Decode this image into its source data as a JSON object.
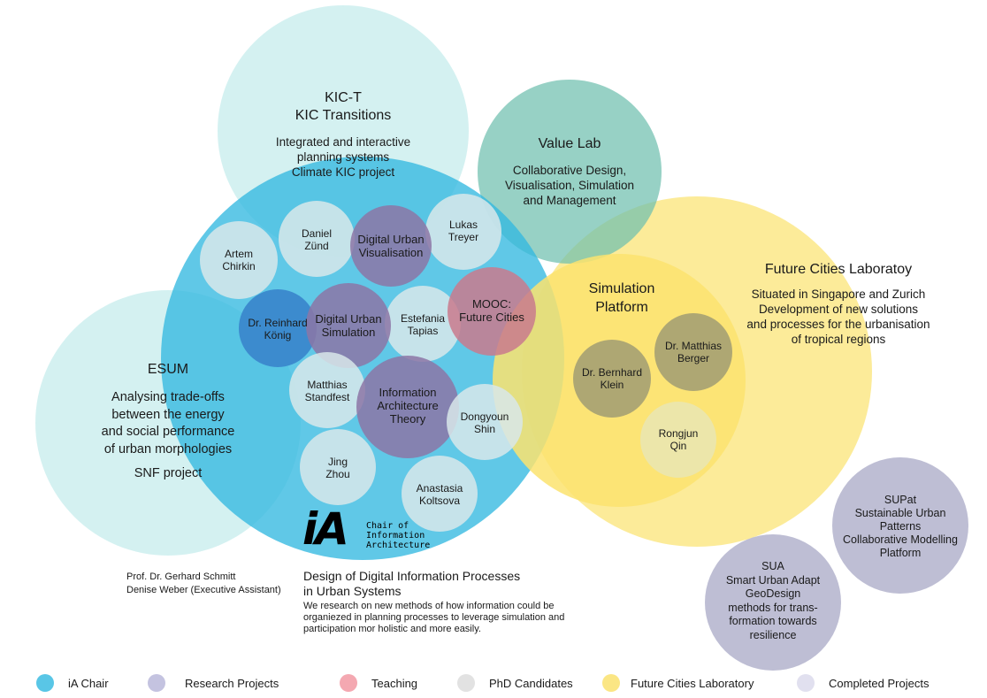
{
  "circles": {
    "kict": {
      "title": "KIC-T",
      "subtitle": "KIC Transitions",
      "desc": [
        "Integrated and interactive",
        "planning systems",
        "Climate KIC project"
      ]
    },
    "valuelab": {
      "title": "Value Lab",
      "desc": [
        "Collaborative Design,",
        "Visualisation, Simulation",
        "and Management"
      ]
    },
    "fcl": {
      "title": "Future Cities Laboratoy",
      "desc": [
        "Situated in Singapore and Zurich",
        "Development of new solutions",
        "and processes for the urbanisation",
        "of tropical regions"
      ]
    },
    "esum": {
      "title": "ESUM",
      "desc": [
        "Analysing trade-offs",
        "between the energy",
        "and social performance",
        "of urban morphologies"
      ],
      "note": "SNF project"
    },
    "simplatform": {
      "title": [
        "Simulation",
        "Platform"
      ]
    },
    "supat": {
      "lines": [
        "SUPat",
        "Sustainable Urban",
        "Patterns",
        "Collaborative Modelling",
        "Platform"
      ]
    },
    "sua": {
      "lines": [
        "SUA",
        "Smart Urban Adapt",
        "GeoDesign",
        "methods for trans-",
        "formation towards",
        "resilience"
      ]
    }
  },
  "nodes": {
    "artem": [
      "Artem",
      "Chirkin"
    ],
    "daniel": [
      "Daniel",
      "Zünd"
    ],
    "duv": [
      "Digital Urban",
      "Visualisation"
    ],
    "lukas": [
      "Lukas",
      "Treyer"
    ],
    "reinhard": [
      "Dr. Reinhard",
      "König"
    ],
    "dus": [
      "Digital Urban",
      "Simulation"
    ],
    "estefania": [
      "Estefania",
      "Tapias"
    ],
    "mooc": [
      "MOOC:",
      "Future Cities"
    ],
    "matthias_s": [
      "Matthias",
      "Standfest"
    ],
    "iat": [
      "Information",
      "Architecture",
      "Theory"
    ],
    "dongyoun": [
      "Dongyoun",
      "Shin"
    ],
    "jing": [
      "Jing",
      "Zhou"
    ],
    "anastasia": [
      "Anastasia",
      "Koltsova"
    ],
    "bernhard": [
      "Dr. Bernhard",
      "Klein"
    ],
    "matthias_b": [
      "Dr. Matthias",
      "Berger"
    ],
    "rongjun": [
      "Rongjun",
      "Qin"
    ]
  },
  "logo": {
    "mark": "iA",
    "text": [
      "Chair of",
      "Information",
      "Architecture"
    ]
  },
  "staff": [
    "Prof. Dr. Gerhard Schmitt",
    "Denise Weber (Executive Assistant)"
  ],
  "chair": {
    "title": [
      "Design of Digital Information Processes",
      "in Urban Systems"
    ],
    "desc": [
      "We research on new methods of how information could be",
      "organiezed in planning processes to leverage simulation and",
      "participation mor holistic and more easily."
    ]
  },
  "legend": [
    {
      "label": "iA Chair",
      "color": "#59c6e6"
    },
    {
      "label": "Research Projects",
      "color": "#c4c3e0"
    },
    {
      "label": "Teaching",
      "color": "#f4a8b1"
    },
    {
      "label": "PhD Candidates",
      "color": "#e2e2e2"
    },
    {
      "label": "Future Cities Laboratory",
      "color": "#fbe684"
    },
    {
      "label": "Completed Projects",
      "color": "#e1e0ef"
    }
  ],
  "colors": {
    "chair": "#3bbde2",
    "kict": "#d3f0f0",
    "esum": "#d3f0f0",
    "valuelab": "#7cc6b4",
    "fcl": "#fbe678",
    "research": "#8c75a6",
    "teaching": "#c97a8d",
    "phd": "#d8e8ea",
    "reinhard": "#3a86cc",
    "fcl_phd": "#a39e73",
    "completed": "#bfbfd6"
  }
}
